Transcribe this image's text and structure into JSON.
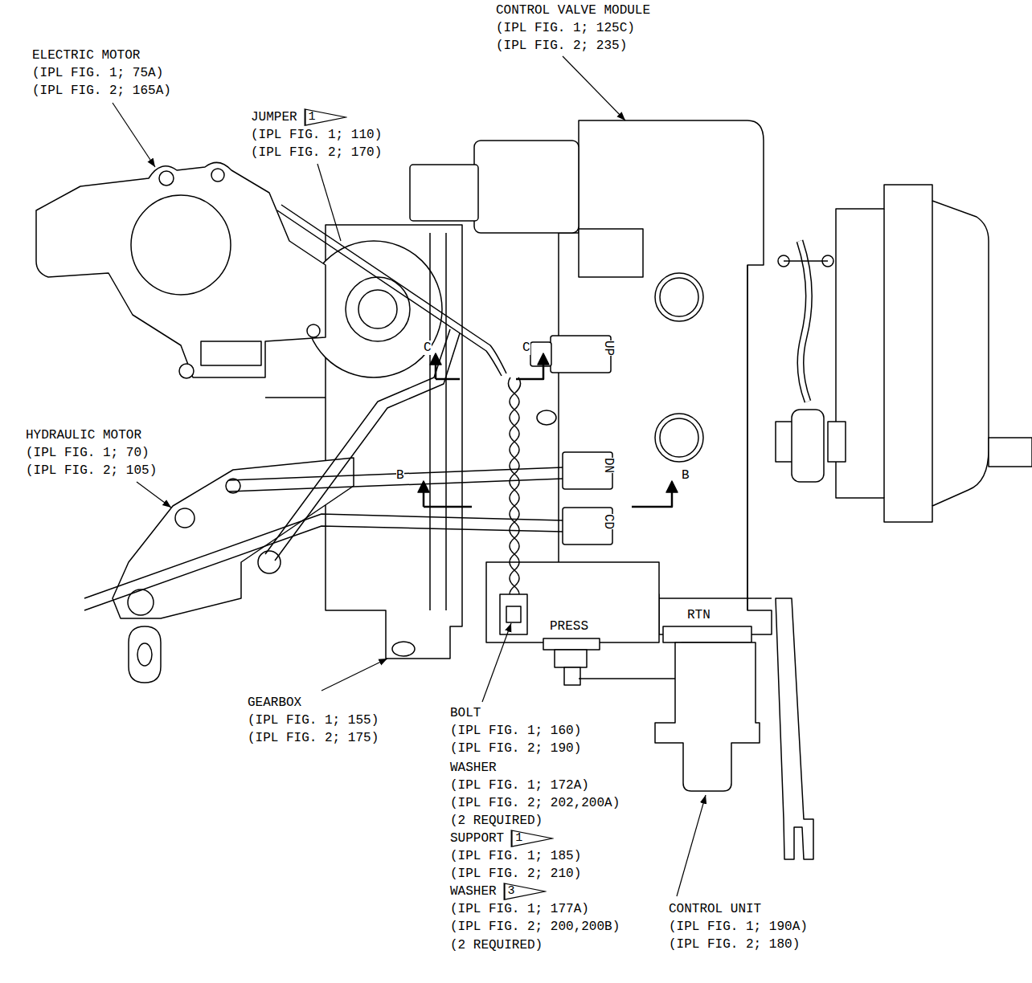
{
  "diagram": {
    "nodes": [
      {
        "text": [
          "1"
        ]
      },
      {
        "text": [
          "1"
        ]
      },
      {
        "text": [
          "3"
        ]
      }
    ],
    "labels": [
      "CONTROL VALVE MODULE",
      "(IPL FIG. 1; 125C)",
      "(IPL FIG. 2; 235)",
      "ELECTRIC MOTOR",
      "(IPL FIG. 1; 75A)",
      "(IPL FIG. 2; 165A)",
      "JUMPER",
      "(IPL FIG. 1; 110)",
      "(IPL FIG. 2; 170)",
      "C",
      "C",
      "UP",
      "HYDRAULIC MOTOR",
      "(IPL FIG. 1; 70)",
      "(IPL FIG. 2; 105)",
      "B",
      "B",
      "DN",
      "CD",
      "PRESS",
      "RTN",
      "GEARBOX",
      "(IPL FIG. 1; 155)",
      "(IPL FIG. 2; 175)",
      "BOLT",
      "(IPL FIG. 1; 160)",
      "(IPL FIG. 2; 190)",
      "WASHER",
      "(IPL FIG. 1; 172A)",
      "(IPL FIG. 2; 202,200A)",
      "(2 REQUIRED)",
      "SUPPORT",
      "(IPL FIG. 1; 185)",
      "(IPL FIG. 2; 210)",
      "WASHER",
      "(IPL FIG. 1; 177A)",
      "(IPL FIG. 2; 200,200B)",
      "(2 REQUIRED)",
      "CONTROL UNIT",
      "(IPL FIG. 1; 190A)",
      "(IPL FIG. 2; 180)"
    ]
  }
}
